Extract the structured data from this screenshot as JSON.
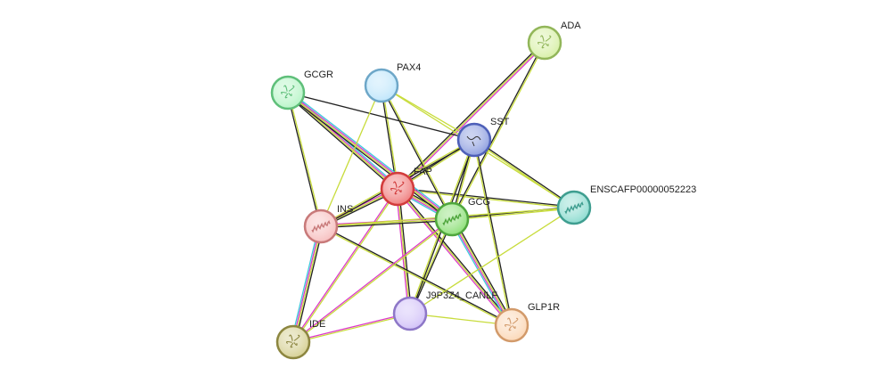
{
  "network": {
    "nodes": [
      {
        "id": "FAP",
        "label": "FAP",
        "color": "#f08080",
        "stroke": "#d23c3c",
        "icon": "protein-structure-icon"
      },
      {
        "id": "GCG",
        "label": "GCG",
        "color": "#8fe07a",
        "stroke": "#4fa63d",
        "icon": "helix-structure-icon"
      },
      {
        "id": "SST",
        "label": "SST",
        "color": "#8fa0e0",
        "stroke": "#4e60b8",
        "icon": "peptide-structure-icon"
      },
      {
        "id": "INS",
        "label": "INS",
        "color": "#f7c0c0",
        "stroke": "#c87a7a",
        "icon": "helix-structure-icon"
      },
      {
        "id": "GCGR",
        "label": "GCGR",
        "color": "#b8f5c8",
        "stroke": "#5fbf7a",
        "icon": "protein-structure-icon"
      },
      {
        "id": "PAX4",
        "label": "PAX4",
        "color": "#bfe6fb",
        "stroke": "#6ea7c8",
        "icon": ""
      },
      {
        "id": "ADA",
        "label": "ADA",
        "color": "#d8f0a8",
        "stroke": "#92b65a",
        "icon": "protein-structure-icon"
      },
      {
        "id": "ENSCAFP",
        "label": "ENSCAFP00000052223",
        "color": "#8edcd0",
        "stroke": "#3f9e90",
        "icon": "helix-structure-icon"
      },
      {
        "id": "J9P3Z4",
        "label": "J9P3Z4_CANLF",
        "color": "#d2c2f8",
        "stroke": "#8d77c7",
        "icon": ""
      },
      {
        "id": "GLP1R",
        "label": "GLP1R",
        "color": "#fbd8b8",
        "stroke": "#d29a6a",
        "icon": "protein-structure-icon"
      },
      {
        "id": "IDE",
        "label": "IDE",
        "color": "#d6d094",
        "stroke": "#8c8640",
        "icon": "protein-structure-icon"
      }
    ],
    "edges": [
      {
        "source": "FAP",
        "target": "GCG",
        "colors": [
          "#222222",
          "#c8dc3c",
          "#dc3cc8",
          "#3cc8dc"
        ]
      },
      {
        "source": "FAP",
        "target": "SST",
        "colors": [
          "#222222",
          "#c8dc3c"
        ]
      },
      {
        "source": "FAP",
        "target": "INS",
        "colors": [
          "#222222",
          "#c8dc3c",
          "#dc3cc8"
        ]
      },
      {
        "source": "FAP",
        "target": "GCGR",
        "colors": [
          "#222222",
          "#c8dc3c",
          "#dc3cc8",
          "#3cc8dc"
        ]
      },
      {
        "source": "FAP",
        "target": "PAX4",
        "colors": [
          "#222222",
          "#c8dc3c"
        ]
      },
      {
        "source": "FAP",
        "target": "ADA",
        "colors": [
          "#222222",
          "#c8dc3c",
          "#dc3cc8"
        ]
      },
      {
        "source": "FAP",
        "target": "ENSCAFP",
        "colors": [
          "#222222",
          "#c8dc3c"
        ]
      },
      {
        "source": "FAP",
        "target": "J9P3Z4",
        "colors": [
          "#222222",
          "#c8dc3c",
          "#dc3cc8"
        ]
      },
      {
        "source": "FAP",
        "target": "GLP1R",
        "colors": [
          "#222222",
          "#c8dc3c",
          "#dc3cc8"
        ]
      },
      {
        "source": "FAP",
        "target": "IDE",
        "colors": [
          "#c8dc3c",
          "#dc3cc8"
        ]
      },
      {
        "source": "GCG",
        "target": "SST",
        "colors": [
          "#222222",
          "#c8dc3c"
        ]
      },
      {
        "source": "GCG",
        "target": "INS",
        "colors": [
          "#222222",
          "#c8dc3c",
          "#dc3cc8"
        ]
      },
      {
        "source": "GCG",
        "target": "GCGR",
        "colors": [
          "#222222",
          "#c8dc3c",
          "#dc3cc8",
          "#3cc8dc"
        ]
      },
      {
        "source": "GCG",
        "target": "PAX4",
        "colors": [
          "#222222",
          "#c8dc3c"
        ]
      },
      {
        "source": "GCG",
        "target": "ADA",
        "colors": [
          "#222222",
          "#c8dc3c"
        ]
      },
      {
        "source": "GCG",
        "target": "ENSCAFP",
        "colors": [
          "#222222",
          "#c8dc3c"
        ]
      },
      {
        "source": "GCG",
        "target": "J9P3Z4",
        "colors": [
          "#222222",
          "#c8dc3c"
        ]
      },
      {
        "source": "GCG",
        "target": "GLP1R",
        "colors": [
          "#222222",
          "#c8dc3c",
          "#dc3cc8",
          "#3cc8dc"
        ]
      },
      {
        "source": "SST",
        "target": "INS",
        "colors": [
          "#222222",
          "#c8dc3c"
        ]
      },
      {
        "source": "SST",
        "target": "GCGR",
        "colors": [
          "#222222"
        ]
      },
      {
        "source": "SST",
        "target": "PAX4",
        "colors": [
          "#c8dc3c"
        ]
      },
      {
        "source": "SST",
        "target": "ENSCAFP",
        "colors": [
          "#222222",
          "#c8dc3c"
        ]
      },
      {
        "source": "SST",
        "target": "J9P3Z4",
        "colors": [
          "#222222",
          "#c8dc3c"
        ]
      },
      {
        "source": "SST",
        "target": "GLP1R",
        "colors": [
          "#222222",
          "#c8dc3c"
        ]
      },
      {
        "source": "INS",
        "target": "GCGR",
        "colors": [
          "#222222",
          "#c8dc3c"
        ]
      },
      {
        "source": "INS",
        "target": "PAX4",
        "colors": [
          "#c8dc3c"
        ]
      },
      {
        "source": "INS",
        "target": "IDE",
        "colors": [
          "#222222",
          "#c8dc3c",
          "#dc3cc8",
          "#3cc8dc"
        ]
      },
      {
        "source": "INS",
        "target": "GLP1R",
        "colors": [
          "#222222",
          "#c8dc3c"
        ]
      },
      {
        "source": "INS",
        "target": "ENSCAFP",
        "colors": [
          "#c8dc3c"
        ]
      },
      {
        "source": "PAX4",
        "target": "ENSCAFP",
        "colors": [
          "#c8dc3c"
        ]
      },
      {
        "source": "J9P3Z4",
        "target": "IDE",
        "colors": [
          "#c8dc3c",
          "#dc3cc8"
        ]
      },
      {
        "source": "J9P3Z4",
        "target": "ENSCAFP",
        "colors": [
          "#c8dc3c"
        ]
      },
      {
        "source": "J9P3Z4",
        "target": "GLP1R",
        "colors": [
          "#c8dc3c"
        ]
      },
      {
        "source": "GCG",
        "target": "IDE",
        "colors": [
          "#c8dc3c",
          "#dc3cc8"
        ]
      }
    ]
  }
}
